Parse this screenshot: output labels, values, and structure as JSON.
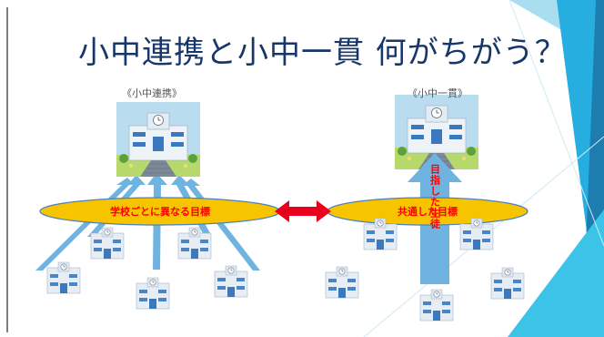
{
  "slide": {
    "title": "小中連携と小中一貫 何がちがう？",
    "left_label": "《小中連携》",
    "right_label": "《小中一貫》",
    "left_ellipse_text": "学校ごとに異なる目標",
    "right_ellipse_text": "共通した目標",
    "arrow_text": "目指した生徒"
  },
  "colors": {
    "arrow_blue": "#6fb4e0",
    "ellipse_yellow": "#f7c400",
    "text_red": "#ff0000",
    "double_arrow_red": "#e8001c",
    "title_navy": "#17376b",
    "accent_teal": "#2bb8d8"
  },
  "icons": {
    "school_building": "school-building-icon",
    "double_arrow": "double-arrow-icon"
  }
}
